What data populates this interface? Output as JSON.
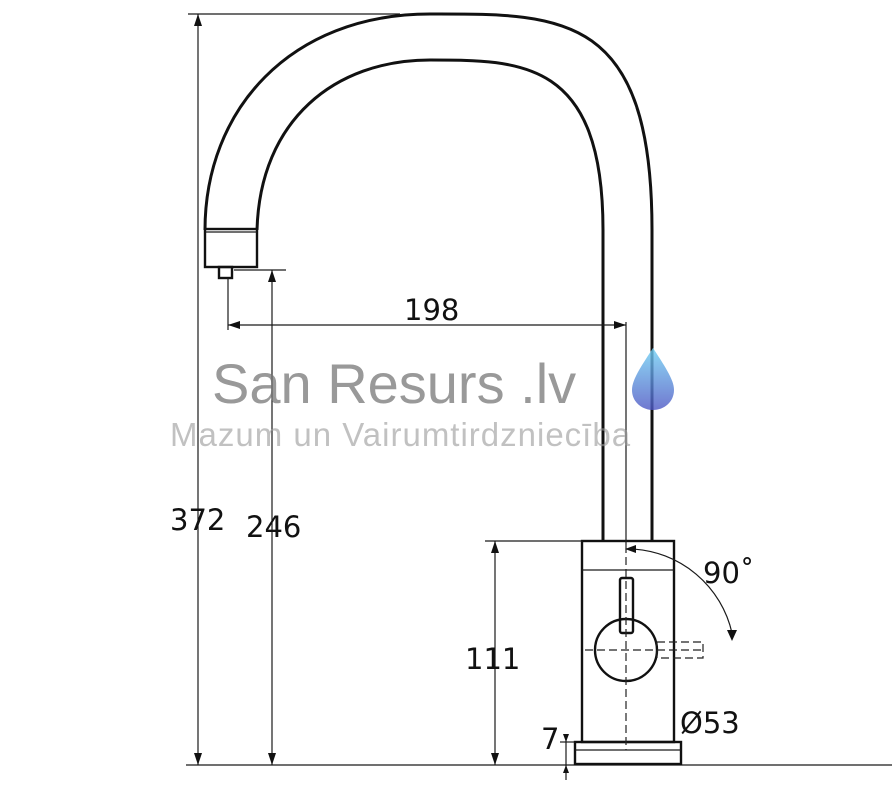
{
  "dimensions": {
    "spout_reach": "198",
    "total_height": "372",
    "spout_height": "246",
    "body_height": "111",
    "base_thickness": "7",
    "base_diameter": "Ø53",
    "lever_angle": "90˚"
  },
  "watermark": {
    "title": "San Resurs .lv",
    "subtitle": "Mazum un Vairumtirdzniecība",
    "icon": "water-drop-icon",
    "drop_colors": [
      "#5ec8f0",
      "#5a63c9"
    ]
  }
}
